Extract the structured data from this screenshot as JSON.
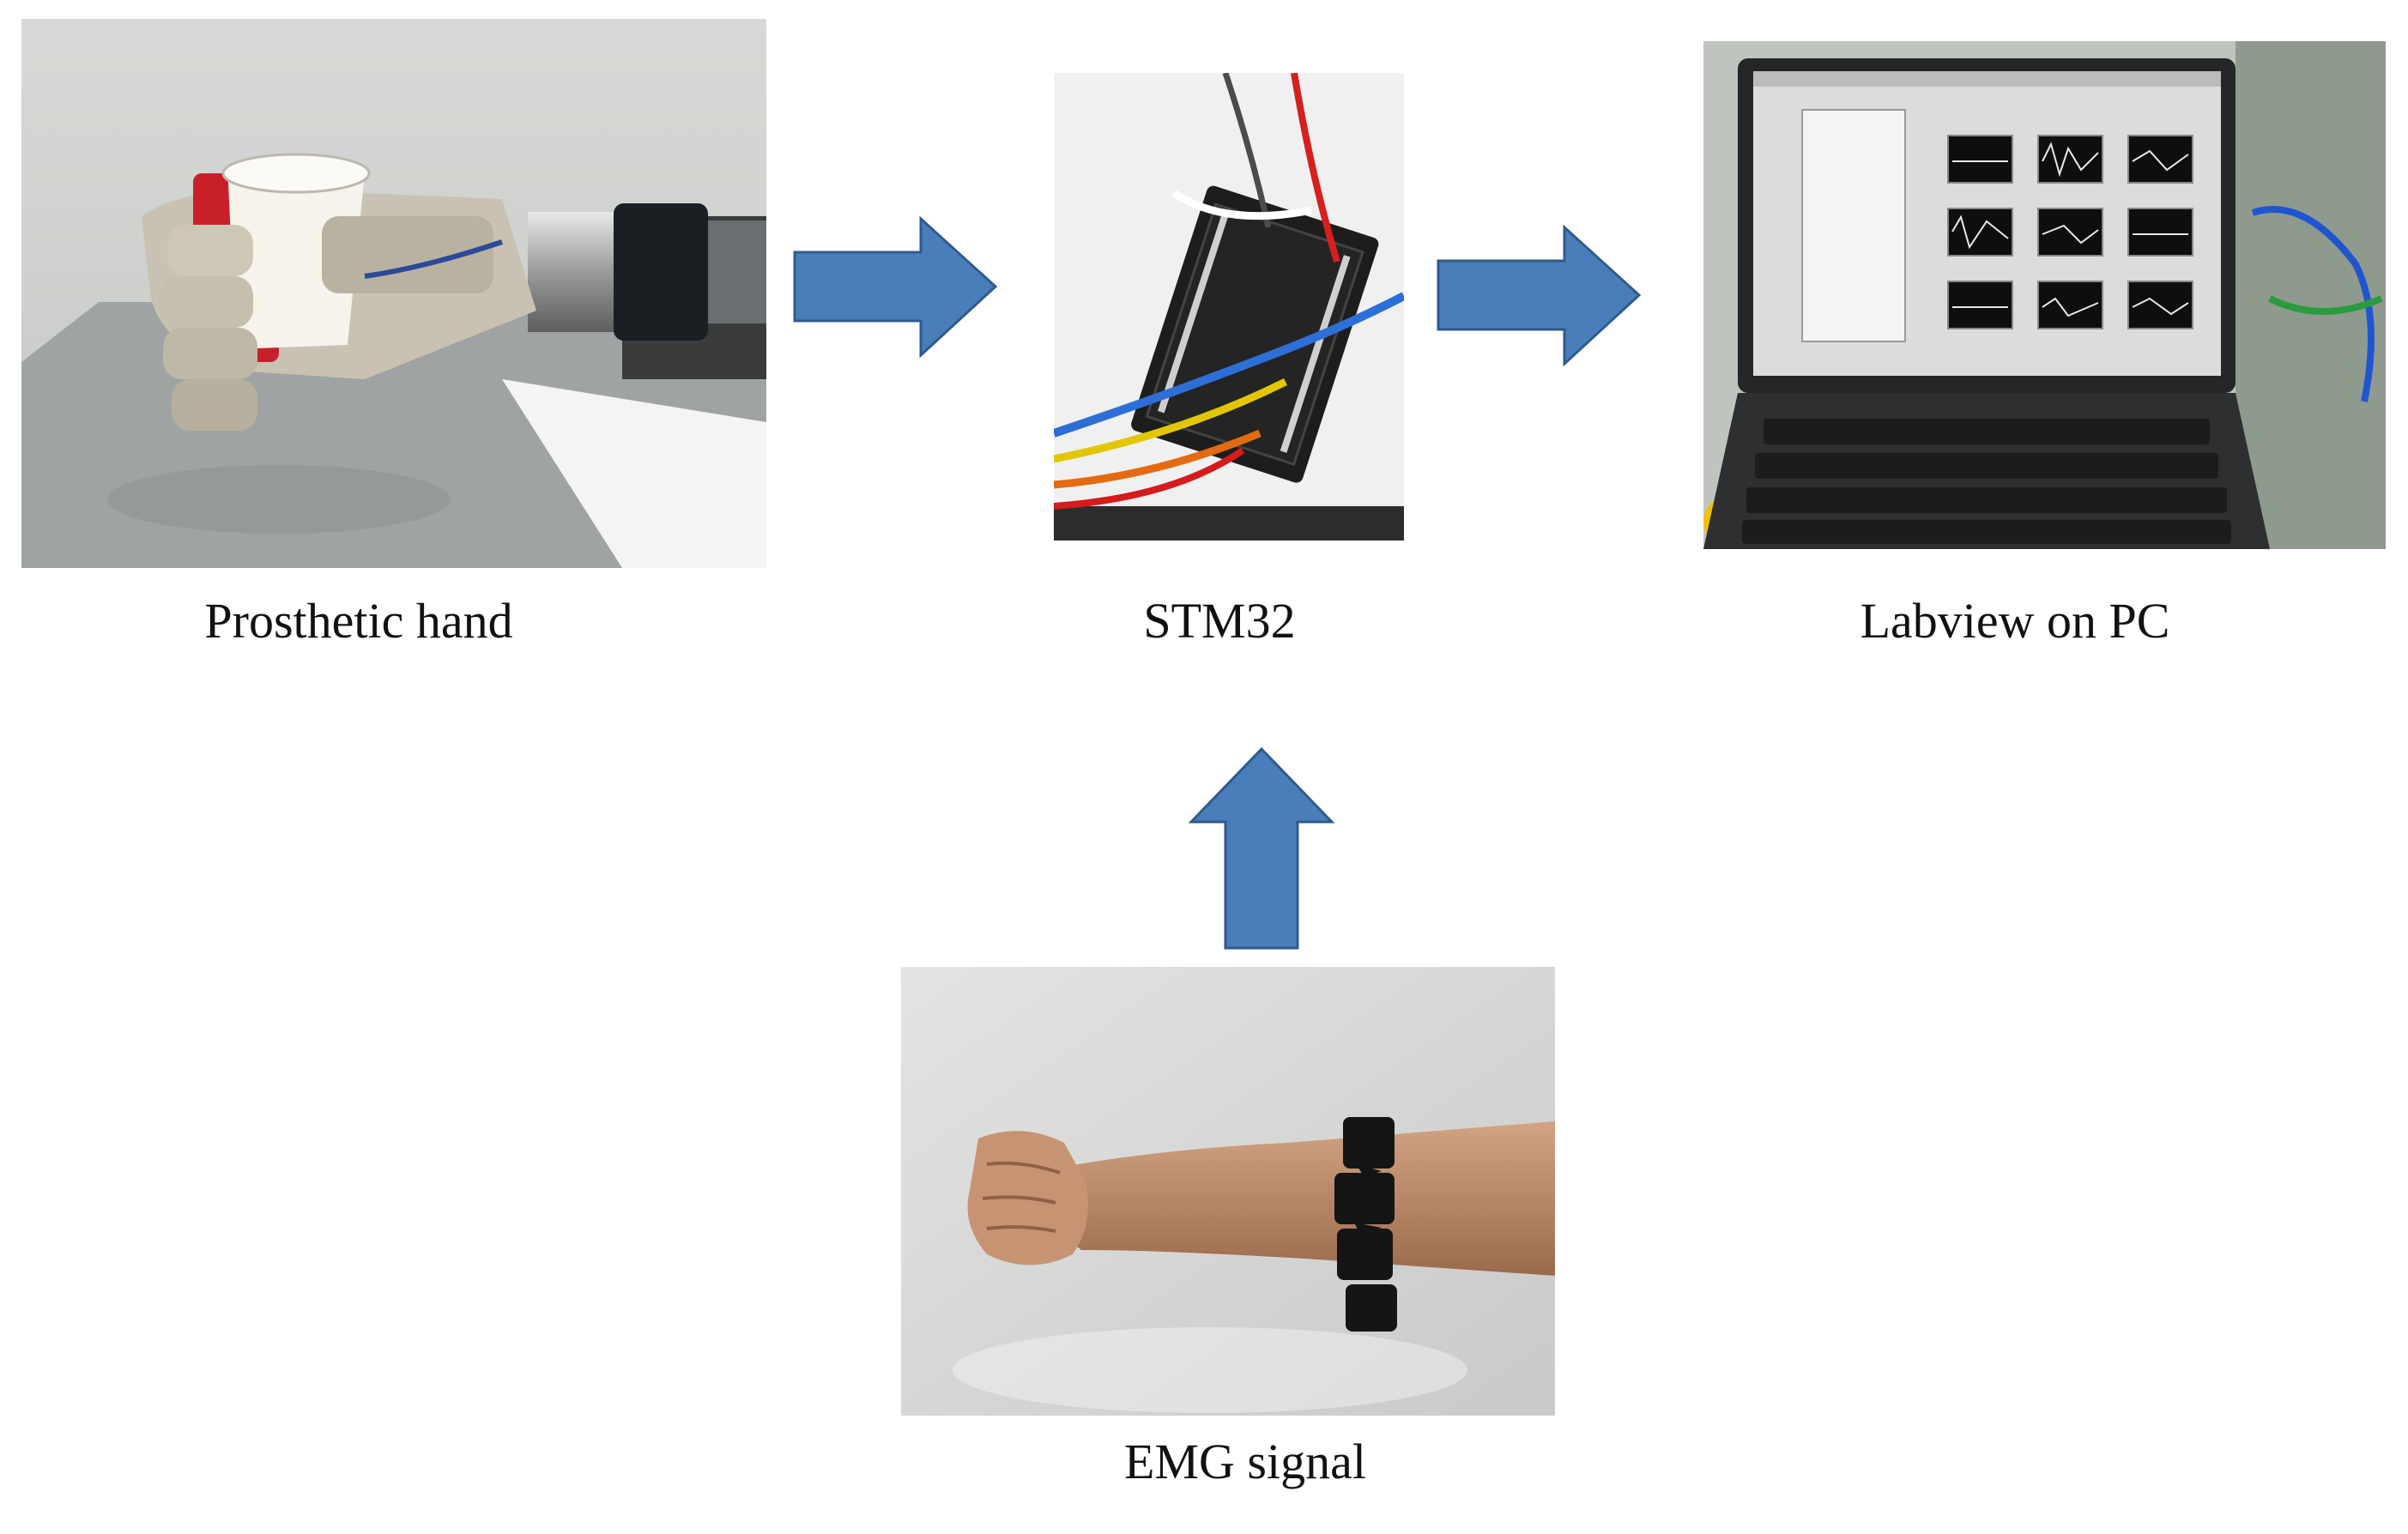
{
  "diagram": {
    "nodes": [
      {
        "id": "prosthetic-hand",
        "label": "Prosthetic hand",
        "image": "photo of a prosthetic hand gripping a red and white paper cup"
      },
      {
        "id": "stm32",
        "label": "STM32",
        "image": "photo of an STM32 board with colored wires on white foam"
      },
      {
        "id": "labview",
        "label": "Labview on PC",
        "image": "photo of a laptop showing a LabVIEW front panel with waveform graphs"
      },
      {
        "id": "emg",
        "label": "EMG signal",
        "image": "photo of a clenched fist with a black EMG armband on the forearm"
      }
    ],
    "edges": [
      {
        "from": "prosthetic-hand",
        "to": "stm32",
        "direction": "right"
      },
      {
        "from": "stm32",
        "to": "labview",
        "direction": "right"
      },
      {
        "from": "emg",
        "to": "stm32",
        "direction": "up"
      }
    ],
    "colors": {
      "arrow_fill": "#4a7ebb",
      "arrow_stroke": "#2f5b8c"
    }
  }
}
